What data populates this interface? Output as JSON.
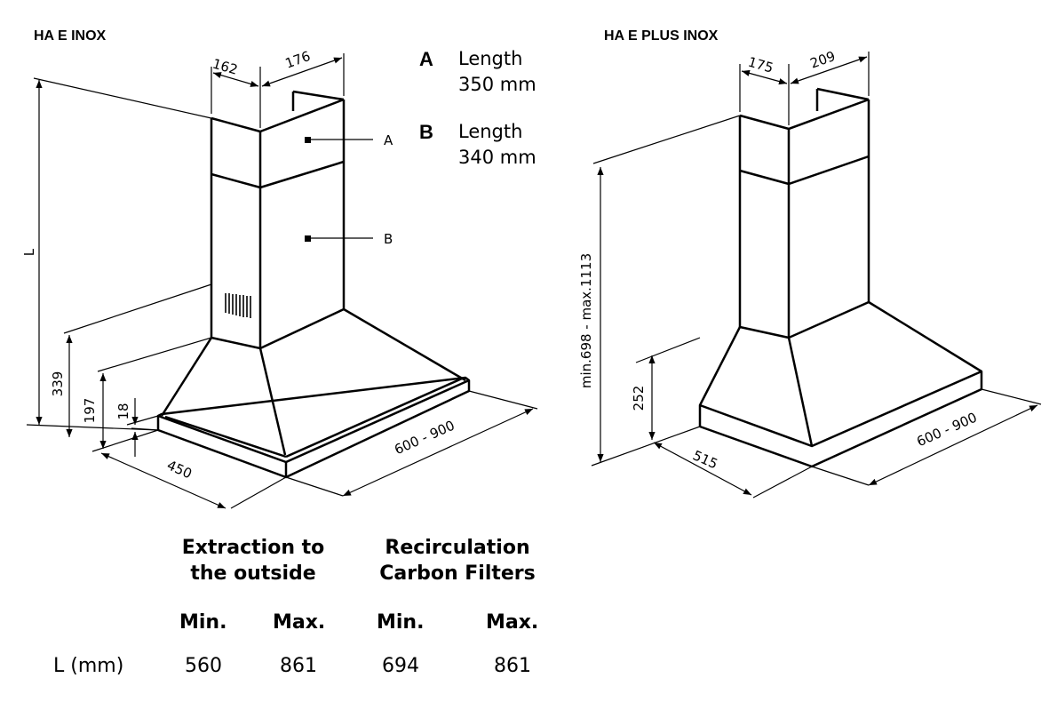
{
  "models": [
    {
      "name": "HA E INOX"
    },
    {
      "name": "HA E PLUS INOX"
    }
  ],
  "legend": [
    {
      "key": "A",
      "line1": "Length",
      "line2": "350 mm"
    },
    {
      "key": "B",
      "line1": "Length",
      "line2": "340 mm"
    }
  ],
  "left_dimensions": {
    "d162": "162",
    "d176": "176",
    "d450": "450",
    "d600_900": "600 - 900",
    "L": "L",
    "d339": "339",
    "d197": "197",
    "d18": "18",
    "callout_a": "A",
    "callout_b": "B"
  },
  "right_dimensions": {
    "d175": "175",
    "d209": "209",
    "d515": "515",
    "d600_900": "600 - 900",
    "range": "min.698 - max.1113",
    "d252": "252"
  },
  "table": {
    "col_groups": [
      {
        "line1": "Extraction to",
        "line2": "the outside"
      },
      {
        "line1": "Recirculation",
        "line2": "Carbon Filters"
      }
    ],
    "sub_headers": [
      "Min.",
      "Max.",
      "Min.",
      "Max."
    ],
    "row": {
      "label": "L (mm)",
      "values": [
        "560",
        "861",
        "694",
        "861"
      ]
    }
  }
}
